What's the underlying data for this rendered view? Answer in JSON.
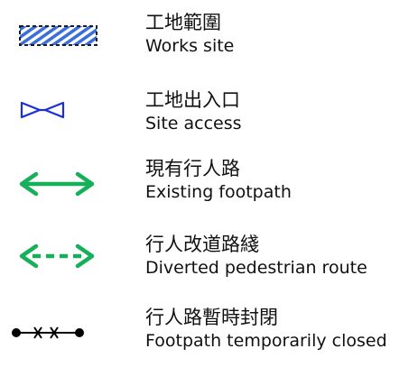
{
  "legend": {
    "items": [
      {
        "id": "works-site",
        "symbol": "hatched-rectangle",
        "zh": "工地範圍",
        "en": "Works site",
        "color": "#3b6fd8"
      },
      {
        "id": "site-access",
        "symbol": "bowtie",
        "zh": "工地出入口",
        "en": "Site access",
        "color": "#1b2fd6"
      },
      {
        "id": "existing-footpath",
        "symbol": "double-arrow-solid",
        "zh": "現有行人路",
        "en": "Existing footpath",
        "color": "#17b05a"
      },
      {
        "id": "diverted-route",
        "symbol": "double-arrow-dashed",
        "zh": "行人改道路綫",
        "en": "Diverted pedestrian route",
        "color": "#17b05a"
      },
      {
        "id": "footpath-closed",
        "symbol": "dot-line-crosses",
        "zh": "行人路暫時封閉",
        "en": "Footpath temporarily closed",
        "color": "#000000"
      }
    ]
  }
}
